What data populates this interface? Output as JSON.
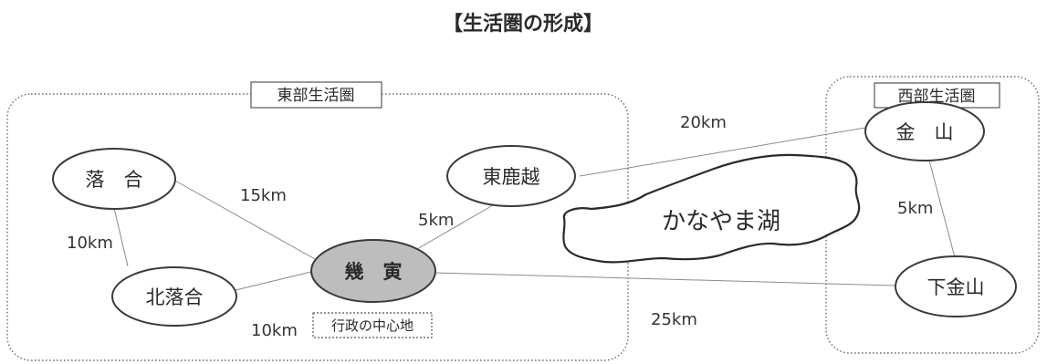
{
  "title": "【生活圏の形成】",
  "zones": {
    "east": {
      "label": "東部生活圏"
    },
    "west": {
      "label": "西部生活圏"
    }
  },
  "nodes": {
    "ochiai": {
      "label": "落　合"
    },
    "kitaochiai": {
      "label": "北落合"
    },
    "ikutora": {
      "label": "幾　寅",
      "note": "行政の中心地"
    },
    "higashishikagoe": {
      "label": "東鹿越"
    },
    "kanayama": {
      "label": "金　山"
    },
    "shimokanayama": {
      "label": "下金山"
    }
  },
  "lake": {
    "label": "かなやま湖"
  },
  "distances": [
    {
      "from": "ochiai",
      "to": "ikutora",
      "label": "15km"
    },
    {
      "from": "ochiai",
      "to": "kitaochiai",
      "label": "10km"
    },
    {
      "from": "kitaochiai",
      "to": "ikutora",
      "label": "10km"
    },
    {
      "from": "ikutora",
      "to": "higashishikagoe",
      "label": "5km"
    },
    {
      "from": "higashishikagoe",
      "to": "kanayama",
      "label": "20km"
    },
    {
      "from": "kanayama",
      "to": "shimokanayama",
      "label": "5km"
    },
    {
      "from": "ikutora",
      "to": "shimokanayama",
      "label": "25km"
    }
  ]
}
